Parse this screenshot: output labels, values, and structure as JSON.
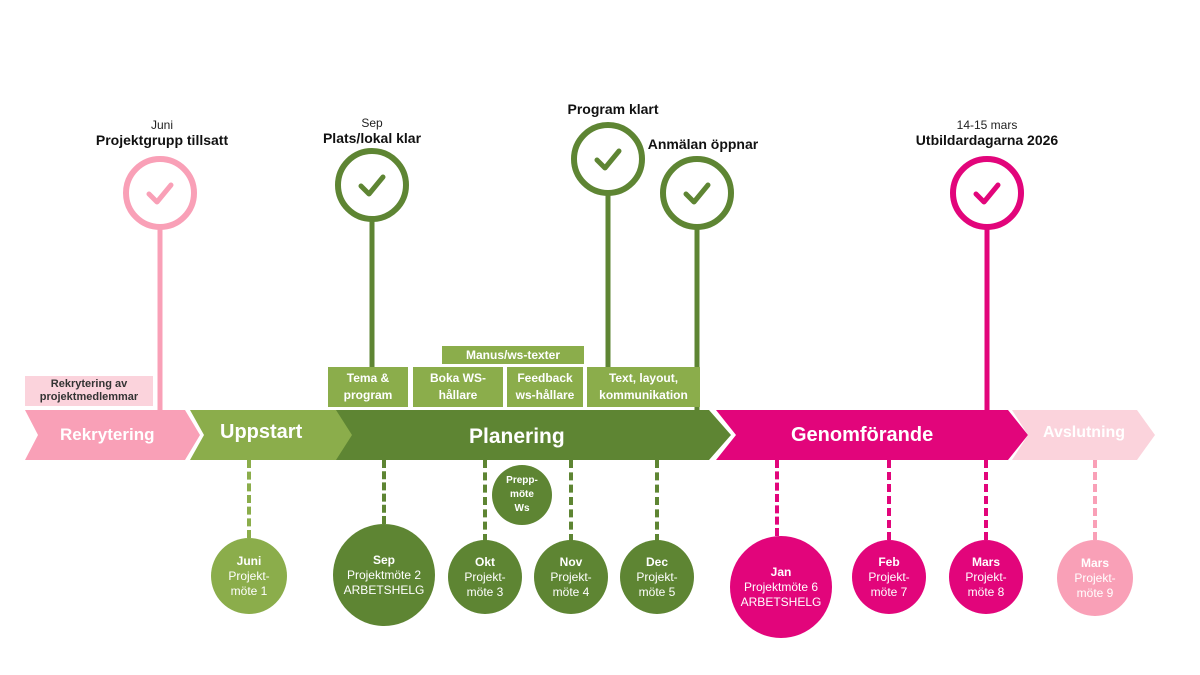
{
  "colors": {
    "pink_light": "#f9a0b7",
    "pink_pale": "#fbd3dc",
    "green_light": "#8bad4b",
    "green_dark": "#5e8533",
    "magenta": "#e2057b"
  },
  "milestones": [
    {
      "small": "Juni",
      "title": "Projektgrupp tillsatt",
      "color": "#f9a0b7",
      "icon": "check-icon"
    },
    {
      "small": "Sep",
      "title": "Plats/lokal klar",
      "color": "#5e8533",
      "icon": "check-icon"
    },
    {
      "small": "",
      "title": "Program klart",
      "color": "#5e8533",
      "icon": "check-icon"
    },
    {
      "small": "",
      "title": "Anmälan öppnar",
      "color": "#5e8533",
      "icon": "check-icon"
    },
    {
      "small": "14-15 mars",
      "title": "Utbildardagarna 2026",
      "color": "#e2057b",
      "icon": "check-icon"
    }
  ],
  "rekrytering_note": "Rekrytering av projektmedlemmar",
  "tasks": {
    "manus": "Manus/ws-texter",
    "tema": "Tema & program",
    "boka": "Boka WS-hållare",
    "feedback": "Feedback ws-hållare",
    "text_layout": "Text, layout, kommunikation"
  },
  "phases": [
    {
      "label": "Rekrytering",
      "color": "#f9a0b7"
    },
    {
      "label": "Uppstart",
      "color": "#8bad4b"
    },
    {
      "label": "Planering",
      "color": "#5e8533"
    },
    {
      "label": "Genomförande",
      "color": "#e2057b"
    },
    {
      "label": "Avslutning",
      "color": "#fbd3dc"
    }
  ],
  "prepp_mote": "Prepp-möte Ws",
  "meetings": [
    {
      "month": "Juni",
      "line1": "Projekt-",
      "line2": "möte 1",
      "line3": "",
      "color": "#8bad4b"
    },
    {
      "month": "Sep",
      "line1": "Projektmöte 2",
      "line2": "ARBETSHELG",
      "line3": "",
      "color": "#5e8533"
    },
    {
      "month": "Okt",
      "line1": "Projekt-",
      "line2": "möte 3",
      "line3": "",
      "color": "#5e8533"
    },
    {
      "month": "Nov",
      "line1": "Projekt-",
      "line2": "möte 4",
      "line3": "",
      "color": "#5e8533"
    },
    {
      "month": "Dec",
      "line1": "Projekt-",
      "line2": "möte 5",
      "line3": "",
      "color": "#5e8533"
    },
    {
      "month": "Jan",
      "line1": "Projektmöte 6",
      "line2": "ARBETSHELG",
      "line3": "",
      "color": "#e2057b"
    },
    {
      "month": "Feb",
      "line1": "Projekt-",
      "line2": "möte 7",
      "line3": "",
      "color": "#e2057b"
    },
    {
      "month": "Mars",
      "line1": "Projekt-",
      "line2": "möte 8",
      "line3": "",
      "color": "#e2057b"
    },
    {
      "month": "Mars",
      "line1": "Projekt-",
      "line2": "möte 9",
      "line3": "",
      "color": "#f9a0b7"
    }
  ]
}
